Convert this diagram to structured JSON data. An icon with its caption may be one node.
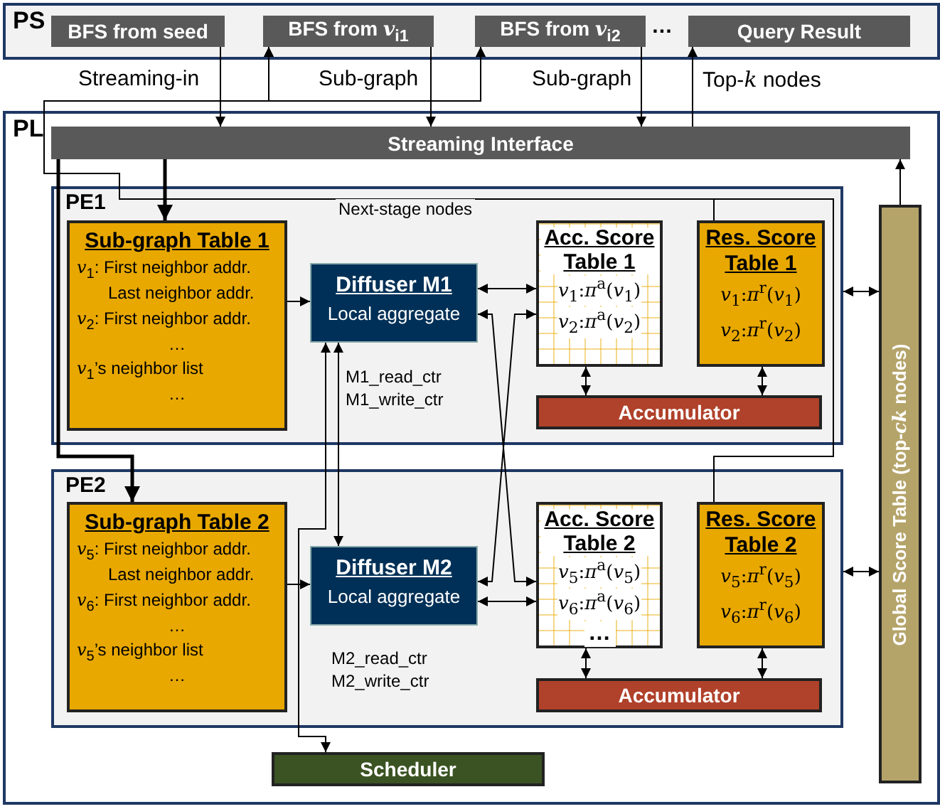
{
  "diagram": {
    "nodes": [
      {
        "text": [
          "PS"
        ]
      },
      {
        "text": [
          "BFS from seed"
        ],
        "in": 0
      },
      {
        "text": [
          "BFS from *v*$_{i1}$"
        ],
        "in": 0
      },
      {
        "text": [
          "BFS from *v*$_{i2}$"
        ],
        "in": 0
      },
      {
        "text": [
          "Query Result"
        ],
        "in": 0
      },
      {
        "text": [
          "PL"
        ]
      },
      {
        "text": [
          "Streaming Interface"
        ],
        "in": 5
      },
      {
        "text": [
          "PE1"
        ],
        "in": 5
      },
      {
        "text": [
          "Sub-graph Table 1",
          "*v*$_{1}$: First neighbor addr. Last neighbor addr.",
          "*v*$_{2}$: First neighbor addr.",
          "…",
          "*v*$_{1}$’s neighbor list",
          "…"
        ],
        "in": 7
      },
      {
        "text": [
          "Diffuser M1",
          "Local aggregate"
        ],
        "in": 7,
        "beside": [
          "M1_read_ctr M1_write_ctr"
        ]
      },
      {
        "text": [
          "Acc. Score Table 1",
          "*v*$_{1}$:*π*$^{a}$(*v*$_{1}$)",
          "*v*$_{2}$:*π*$^{a}$(*v*$_{2}$)"
        ],
        "in": 7
      },
      {
        "text": [
          "Res. Score Table 1",
          "*v*$_{1}$:*π*$^{r}$(*v*$_{1}$)",
          "*v*$_{2}$:*π*$^{r}$(*v*$_{2}$)"
        ],
        "in": 7
      },
      {
        "text": [
          "Accumulator"
        ],
        "in": 7
      },
      {
        "text": [
          "PE2"
        ],
        "in": 5
      },
      {
        "text": [
          "Sub-graph Table 2",
          "*v*$_{5}$: First neighbor addr. Last neighbor addr.",
          "*v*$_{6}$: First neighbor addr.",
          "…",
          "*v*$_{5}$’s neighbor list",
          "…"
        ],
        "in": 13
      },
      {
        "text": [
          "Diffuser M2",
          "Local aggregate"
        ],
        "in": 13,
        "beside": [
          "M2_read_ctr M2_write_ctr"
        ]
      },
      {
        "text": [
          "Acc. Score Table 2",
          "*v*$_{5}$:*π*$^{a}$(*v*$_{5}$)",
          "*v*$_{6}$:*π*$^{a}$(*v*$_{6}$)",
          "…"
        ],
        "in": 13
      },
      {
        "text": [
          "Res. Score Table 2",
          "*v*$_{5}$:*π*$^{r}$(*v*$_{5}$)",
          "*v*$_{6}$:*π*$^{r}$(*v*$_{6}$)"
        ],
        "in": 13
      },
      {
        "text": [
          "Accumulator"
        ],
        "in": 13
      },
      {
        "text": [
          "Scheduler"
        ],
        "in": 5
      },
      {
        "text": [
          "**Global Score Table** (top-*ck* nodes)"
        ],
        "in": 5
      }
    ],
    "edges": [
      {
        "from": 1,
        "to": 6,
        "arrow": "to",
        "label": "Streaming-in"
      },
      {
        "from": 2,
        "to": 6,
        "arrow": "to",
        "label": "Sub-graph"
      },
      {
        "from": 3,
        "to": 6,
        "arrow": "to",
        "label": "Sub-graph"
      },
      {
        "from": 6,
        "to": 4,
        "arrow": "to",
        "label": "Top-*k* nodes"
      },
      {
        "from": 6,
        "to": 8,
        "arrow": "to",
        "style": "thick"
      },
      {
        "from": 6,
        "to": 14,
        "arrow": "to",
        "style": "thick"
      },
      {
        "from": 8,
        "to": 9,
        "arrow": "to"
      },
      {
        "from": 14,
        "to": 15,
        "arrow": "to"
      },
      {
        "from": 9,
        "to": 10,
        "arrow": "both"
      },
      {
        "from": 9,
        "to": 16,
        "arrow": "both"
      },
      {
        "from": 15,
        "to": 10,
        "arrow": "both"
      },
      {
        "from": 15,
        "to": 16,
        "arrow": "both"
      },
      {
        "from": 9,
        "to": 15,
        "arrow": "both"
      },
      {
        "from": 9,
        "to": 19,
        "arrow": "both"
      },
      {
        "from": 10,
        "to": 12,
        "arrow": "both"
      },
      {
        "from": 11,
        "to": 12,
        "arrow": "both"
      },
      {
        "from": 16,
        "to": 18,
        "arrow": "both"
      },
      {
        "from": 17,
        "to": 18,
        "arrow": "both"
      },
      {
        "from": 11,
        "to": 2,
        "arrow": "to",
        "label": "Next-stage nodes"
      },
      {
        "from": 11,
        "to": 3,
        "arrow": "to"
      },
      {
        "from": 17,
        "to": 2,
        "arrow": "to"
      },
      {
        "from": 17,
        "to": 3,
        "arrow": "to"
      },
      {
        "from": 7,
        "to": 20,
        "arrow": "both"
      },
      {
        "from": 13,
        "to": 20,
        "arrow": "both"
      },
      {
        "from": 20,
        "to": 6,
        "arrow": "to"
      }
    ],
    "labels": [
      "…"
    ]
  }
}
